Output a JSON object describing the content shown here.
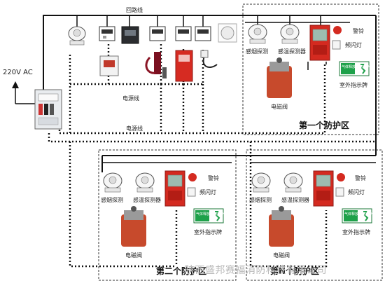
{
  "diagram": {
    "power_label": "220V AC",
    "bus_labels": {
      "loop_line": "回路线",
      "power_line": "电源线",
      "power_line_2": "电源线"
    },
    "zone1": {
      "title": "第一个防护区",
      "smoke_detector": "感烟探测",
      "heat_detector": "感温探测器",
      "bell": "警铃",
      "strobe": "频闪灯",
      "outdoor_sign": "室外指示牌",
      "sign_text": "气体释放 请勿进入",
      "solenoid_valve": "电磁阀"
    },
    "zone2": {
      "title": "第二个防护区",
      "smoke_detector": "感烟探测",
      "heat_detector": "感温探测器",
      "bell": "警铃",
      "strobe": "频闪灯",
      "outdoor_sign": "室外指示牌",
      "sign_text": "气体释放 请勿进入",
      "solenoid_valve": "电磁阀"
    },
    "zone3": {
      "title": "第N个防护区",
      "smoke_detector": "感烟探测",
      "heat_detector": "感温探测器",
      "bell": "警铃",
      "strobe": "频闪灯",
      "outdoor_sign": "室外指示牌",
      "sign_text": "气体释放 请勿进入",
      "solenoid_valve": "电磁阀"
    },
    "watermark": "陕西盛邦赛福消防科技有限公司"
  }
}
